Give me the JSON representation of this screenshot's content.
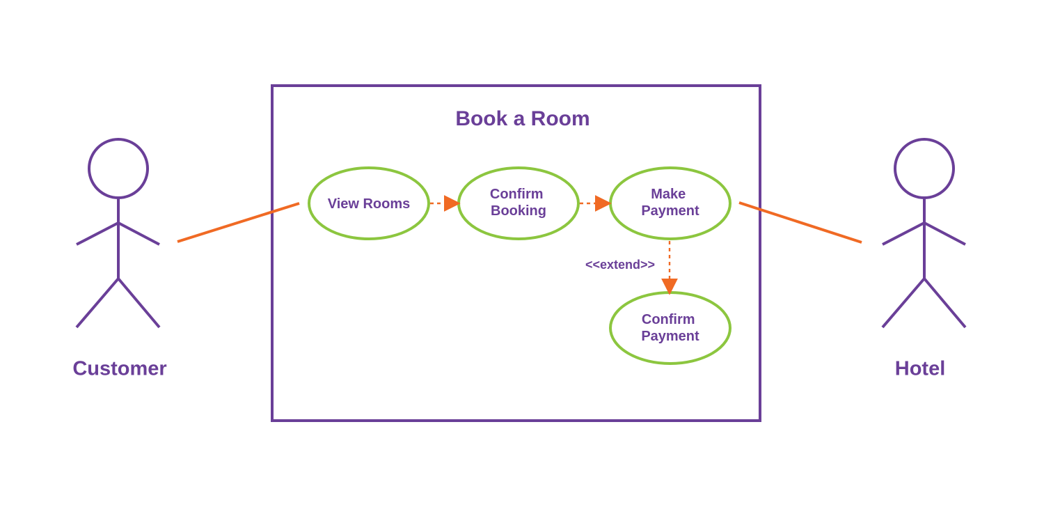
{
  "diagram": {
    "system_title": "Book a Room",
    "actors": {
      "customer": "Customer",
      "hotel": "Hotel"
    },
    "use_cases": {
      "view_rooms": [
        "View Rooms"
      ],
      "confirm_booking": [
        "Confirm",
        "Booking"
      ],
      "make_payment": [
        "Make",
        "Payment"
      ],
      "confirm_payment": [
        "Confirm",
        "Payment"
      ]
    },
    "relationship_labels": {
      "extend": "<<extend>>"
    },
    "colors": {
      "purple": "#6a3f98",
      "green": "#8cc63f",
      "orange": "#f06a24",
      "background": "#ffffff"
    }
  }
}
